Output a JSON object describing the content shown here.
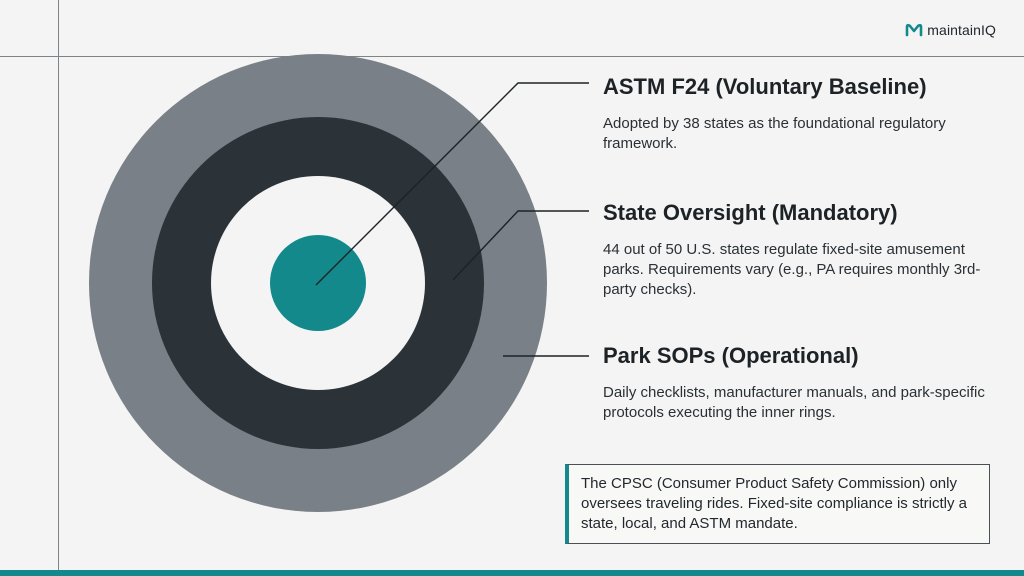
{
  "brand": {
    "name": "maintainIQ",
    "logo_icon": "m-logo-icon",
    "accent_color": "#13898c"
  },
  "rings": [
    {
      "name": "core",
      "color": "#13898c"
    },
    {
      "name": "inner",
      "color": "#f3f4f3"
    },
    {
      "name": "middle",
      "color": "#2b3238"
    },
    {
      "name": "outer",
      "color": "#7a8087"
    }
  ],
  "entries": [
    {
      "title": "ASTM F24 (Voluntary Baseline)",
      "description": "Adopted by 38 states as the foundational regulatory framework."
    },
    {
      "title": "State Oversight (Mandatory)",
      "description": "44 out of 50 U.S. states regulate fixed-site amusement parks. Requirements vary (e.g., PA requires monthly 3rd-party checks)."
    },
    {
      "title": "Park SOPs (Operational)",
      "description": "Daily checklists, manufacturer manuals, and park-specific protocols executing the inner rings."
    }
  ],
  "note": {
    "text": "The CPSC (Consumer Product Safety Commission) only oversees traveling rides. Fixed-site compliance is strictly a state, local, and ASTM mandate."
  }
}
